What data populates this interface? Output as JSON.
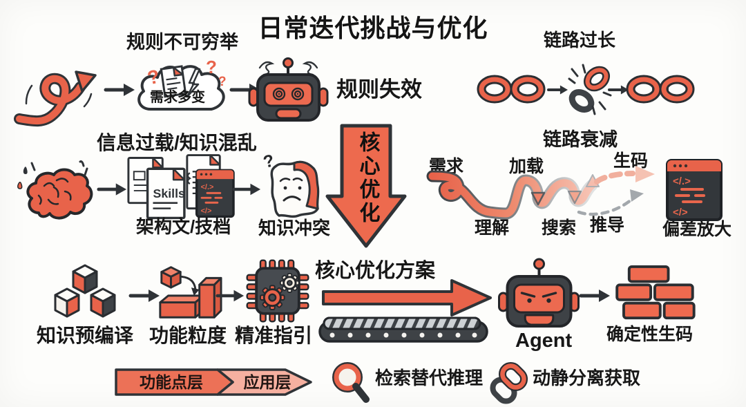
{
  "title": "日常迭代挑战与优化",
  "palette": {
    "red": "#E8634A",
    "red_light": "#F2907C",
    "red_pale": "#F6BDAF",
    "dark": "#3E4246",
    "ink": "#161616",
    "bg": "#FDFDFB"
  },
  "glyphs": {
    "question": "?",
    "skills": "Skills",
    "code_open": "</.>",
    "code_close": "</>"
  },
  "top_left": {
    "heading": "规则不可穷举",
    "cloud_label": "需求多变",
    "result": "规则失效"
  },
  "top_right": {
    "heading": "链路过长"
  },
  "mid_left": {
    "heading": "信息过载/知识混乱",
    "docs_label": "架构文/技档",
    "result": "知识冲突"
  },
  "center_arrow": {
    "label": "核心优化"
  },
  "mid_right": {
    "heading": "链路衰减",
    "steps_top": [
      "需求",
      "加载",
      "生码"
    ],
    "steps_bottom": [
      "理解",
      "搜索",
      "推导"
    ],
    "result": "偏差放大"
  },
  "bottom": {
    "heading": "核心优化方案",
    "item1": "知识预编译",
    "item2": "功能粒度",
    "item3": "精准指引",
    "agent": "Agent",
    "result": "确定性生码"
  },
  "legend": {
    "banner": [
      "功能点层",
      "应用层"
    ],
    "search": "检索替代推理",
    "chain": "动静分离获取"
  },
  "icons": {
    "loop_arrow": "tangled-loop-arrow",
    "cloud": "requirement-cloud",
    "dizzy_robot": "dizzy-robot",
    "chain": "chain-links",
    "broken_chain": "broken-chain-link",
    "brain": "overloaded-brain",
    "docs_stack": "architecture-docs",
    "confused_face": "knowledge-conflict-face",
    "down_arrow": "core-optimization-arrow",
    "snake_arrow": "decaying-path-arrow",
    "code_window": "code-window",
    "cubes": "knowledge-cubes",
    "blocks": "granular-blocks",
    "chip": "guidance-chip",
    "long_arrow": "pipeline-arrow",
    "conveyor": "conveyor-belt",
    "agent_robot": "agent-robot",
    "bricks": "deterministic-bricks",
    "banner": "layer-banner",
    "magnifier": "search-magnifier",
    "link": "chain-link"
  }
}
